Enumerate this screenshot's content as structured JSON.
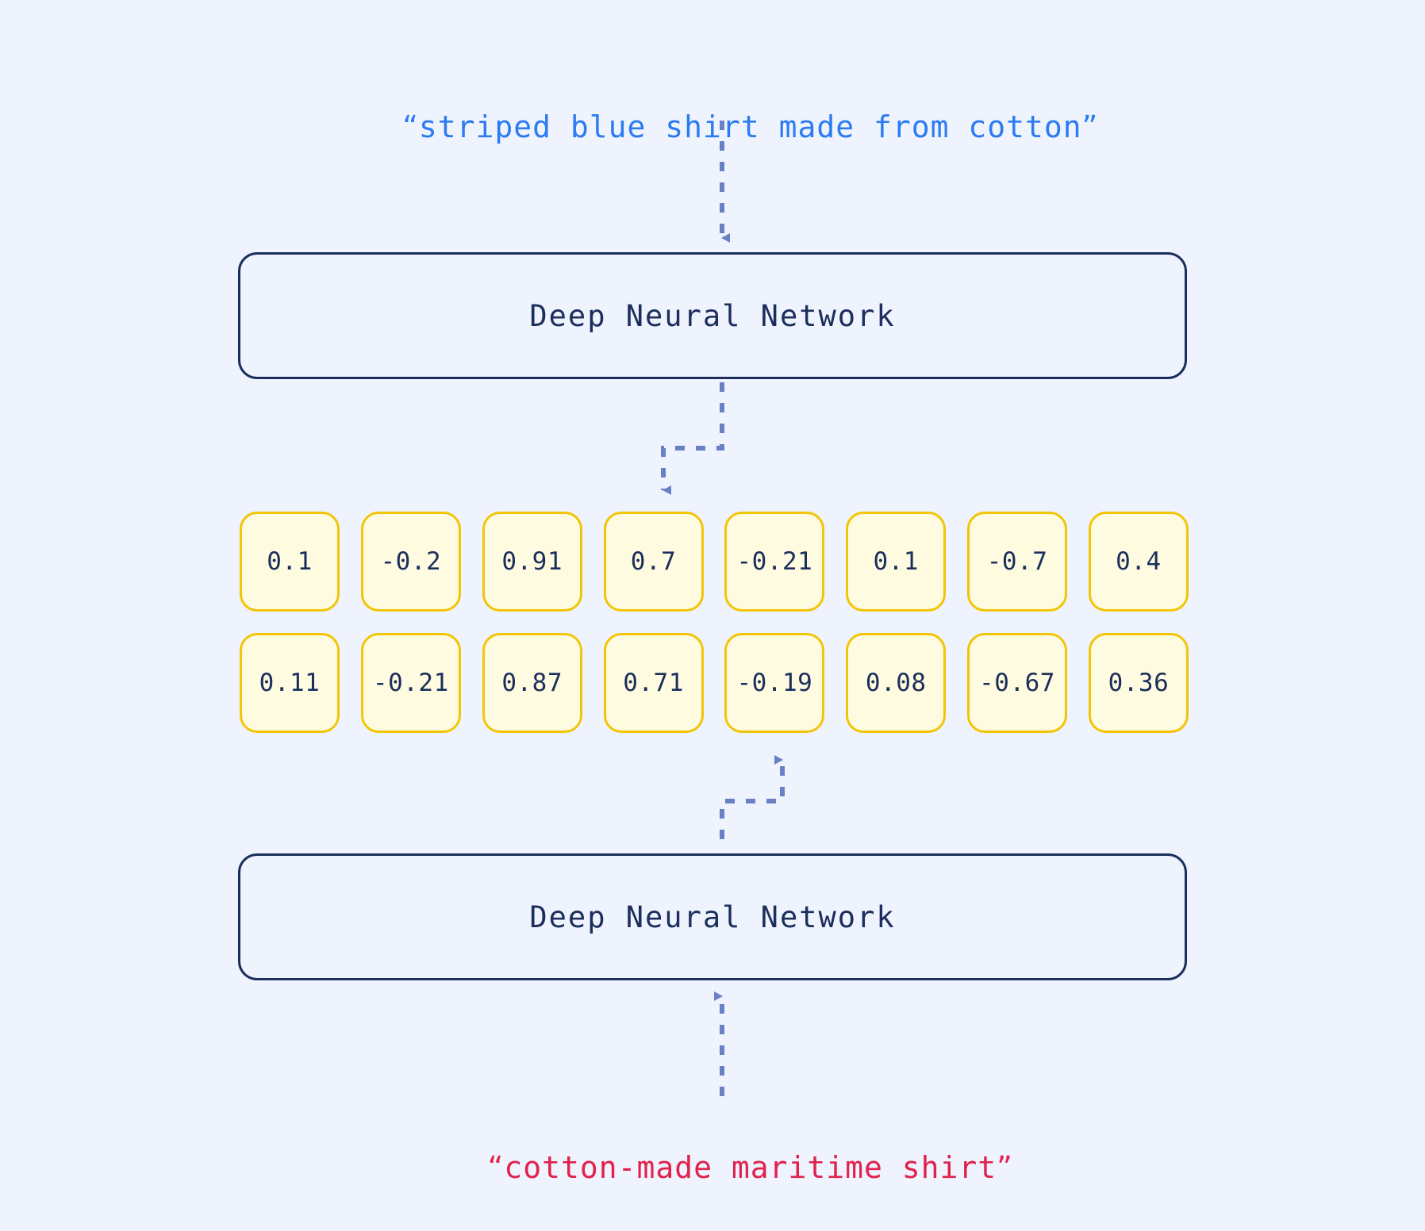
{
  "background_color": "#eff3fd",
  "captions": {
    "top": {
      "text": "striped blue shirt made from cotton",
      "open_quote": "“",
      "close_quote": "”",
      "color": "#2b7bf3"
    },
    "bottom": {
      "text": "cotton-made maritime shirt",
      "open_quote": "“",
      "close_quote": "”",
      "color": "#e0224e"
    }
  },
  "networks": {
    "top": {
      "label": "Deep Neural Network"
    },
    "bottom": {
      "label": "Deep Neural Network"
    }
  },
  "embeddings": {
    "border_color": "#f2c507",
    "fill_color": "#fefbe0",
    "text_color": "#1b2e5c",
    "row1": [
      "0.1",
      "-0.2",
      "0.91",
      "0.7",
      "-0.21",
      "0.1",
      "-0.7",
      "0.4"
    ],
    "row2": [
      "0.11",
      "-0.21",
      "0.87",
      "0.71",
      "-0.19",
      "0.08",
      "-0.67",
      "0.36"
    ]
  },
  "connectors": {
    "color": "#6a80c4",
    "style": "dashed",
    "items": [
      {
        "name": "text-to-top-network",
        "from": "top-caption",
        "to": "top-network",
        "direction": "down"
      },
      {
        "name": "top-network-to-embedding-row1",
        "from": "top-network",
        "to": "row1-cell-4",
        "direction": "down-left"
      },
      {
        "name": "bottom-network-to-embedding-row2",
        "from": "bottom-network",
        "to": "row2-cell-5",
        "direction": "up-right"
      },
      {
        "name": "text-to-bottom-network",
        "from": "bottom-caption",
        "to": "bottom-network",
        "direction": "up"
      }
    ]
  }
}
